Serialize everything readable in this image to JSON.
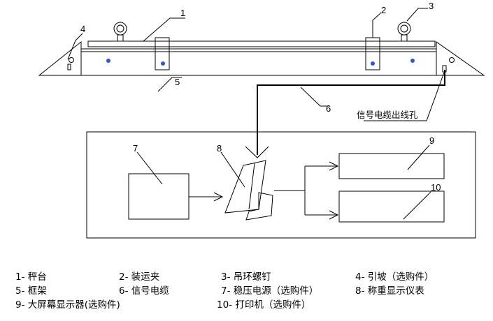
{
  "callouts": {
    "n1": "1",
    "n2": "2",
    "n3": "3",
    "n4": "4",
    "n5": "5",
    "n6": "6",
    "n7": "7",
    "n8": "8",
    "n9": "9",
    "n10": "10",
    "cable_hole": "信号电缆出线孔"
  },
  "legend": {
    "row1": [
      "1- 秤台",
      "2- 装运夹",
      "3- 吊环螺钉",
      "4- 引坡（选购件）"
    ],
    "row2": [
      "5- 框架",
      "6- 信号电缆",
      "7- 稳压电源（选购件）",
      "8- 称重显示仪表"
    ],
    "row3": [
      "9- 大屏幕显示器(选购件)",
      "10- 打印机（选购件）"
    ]
  }
}
